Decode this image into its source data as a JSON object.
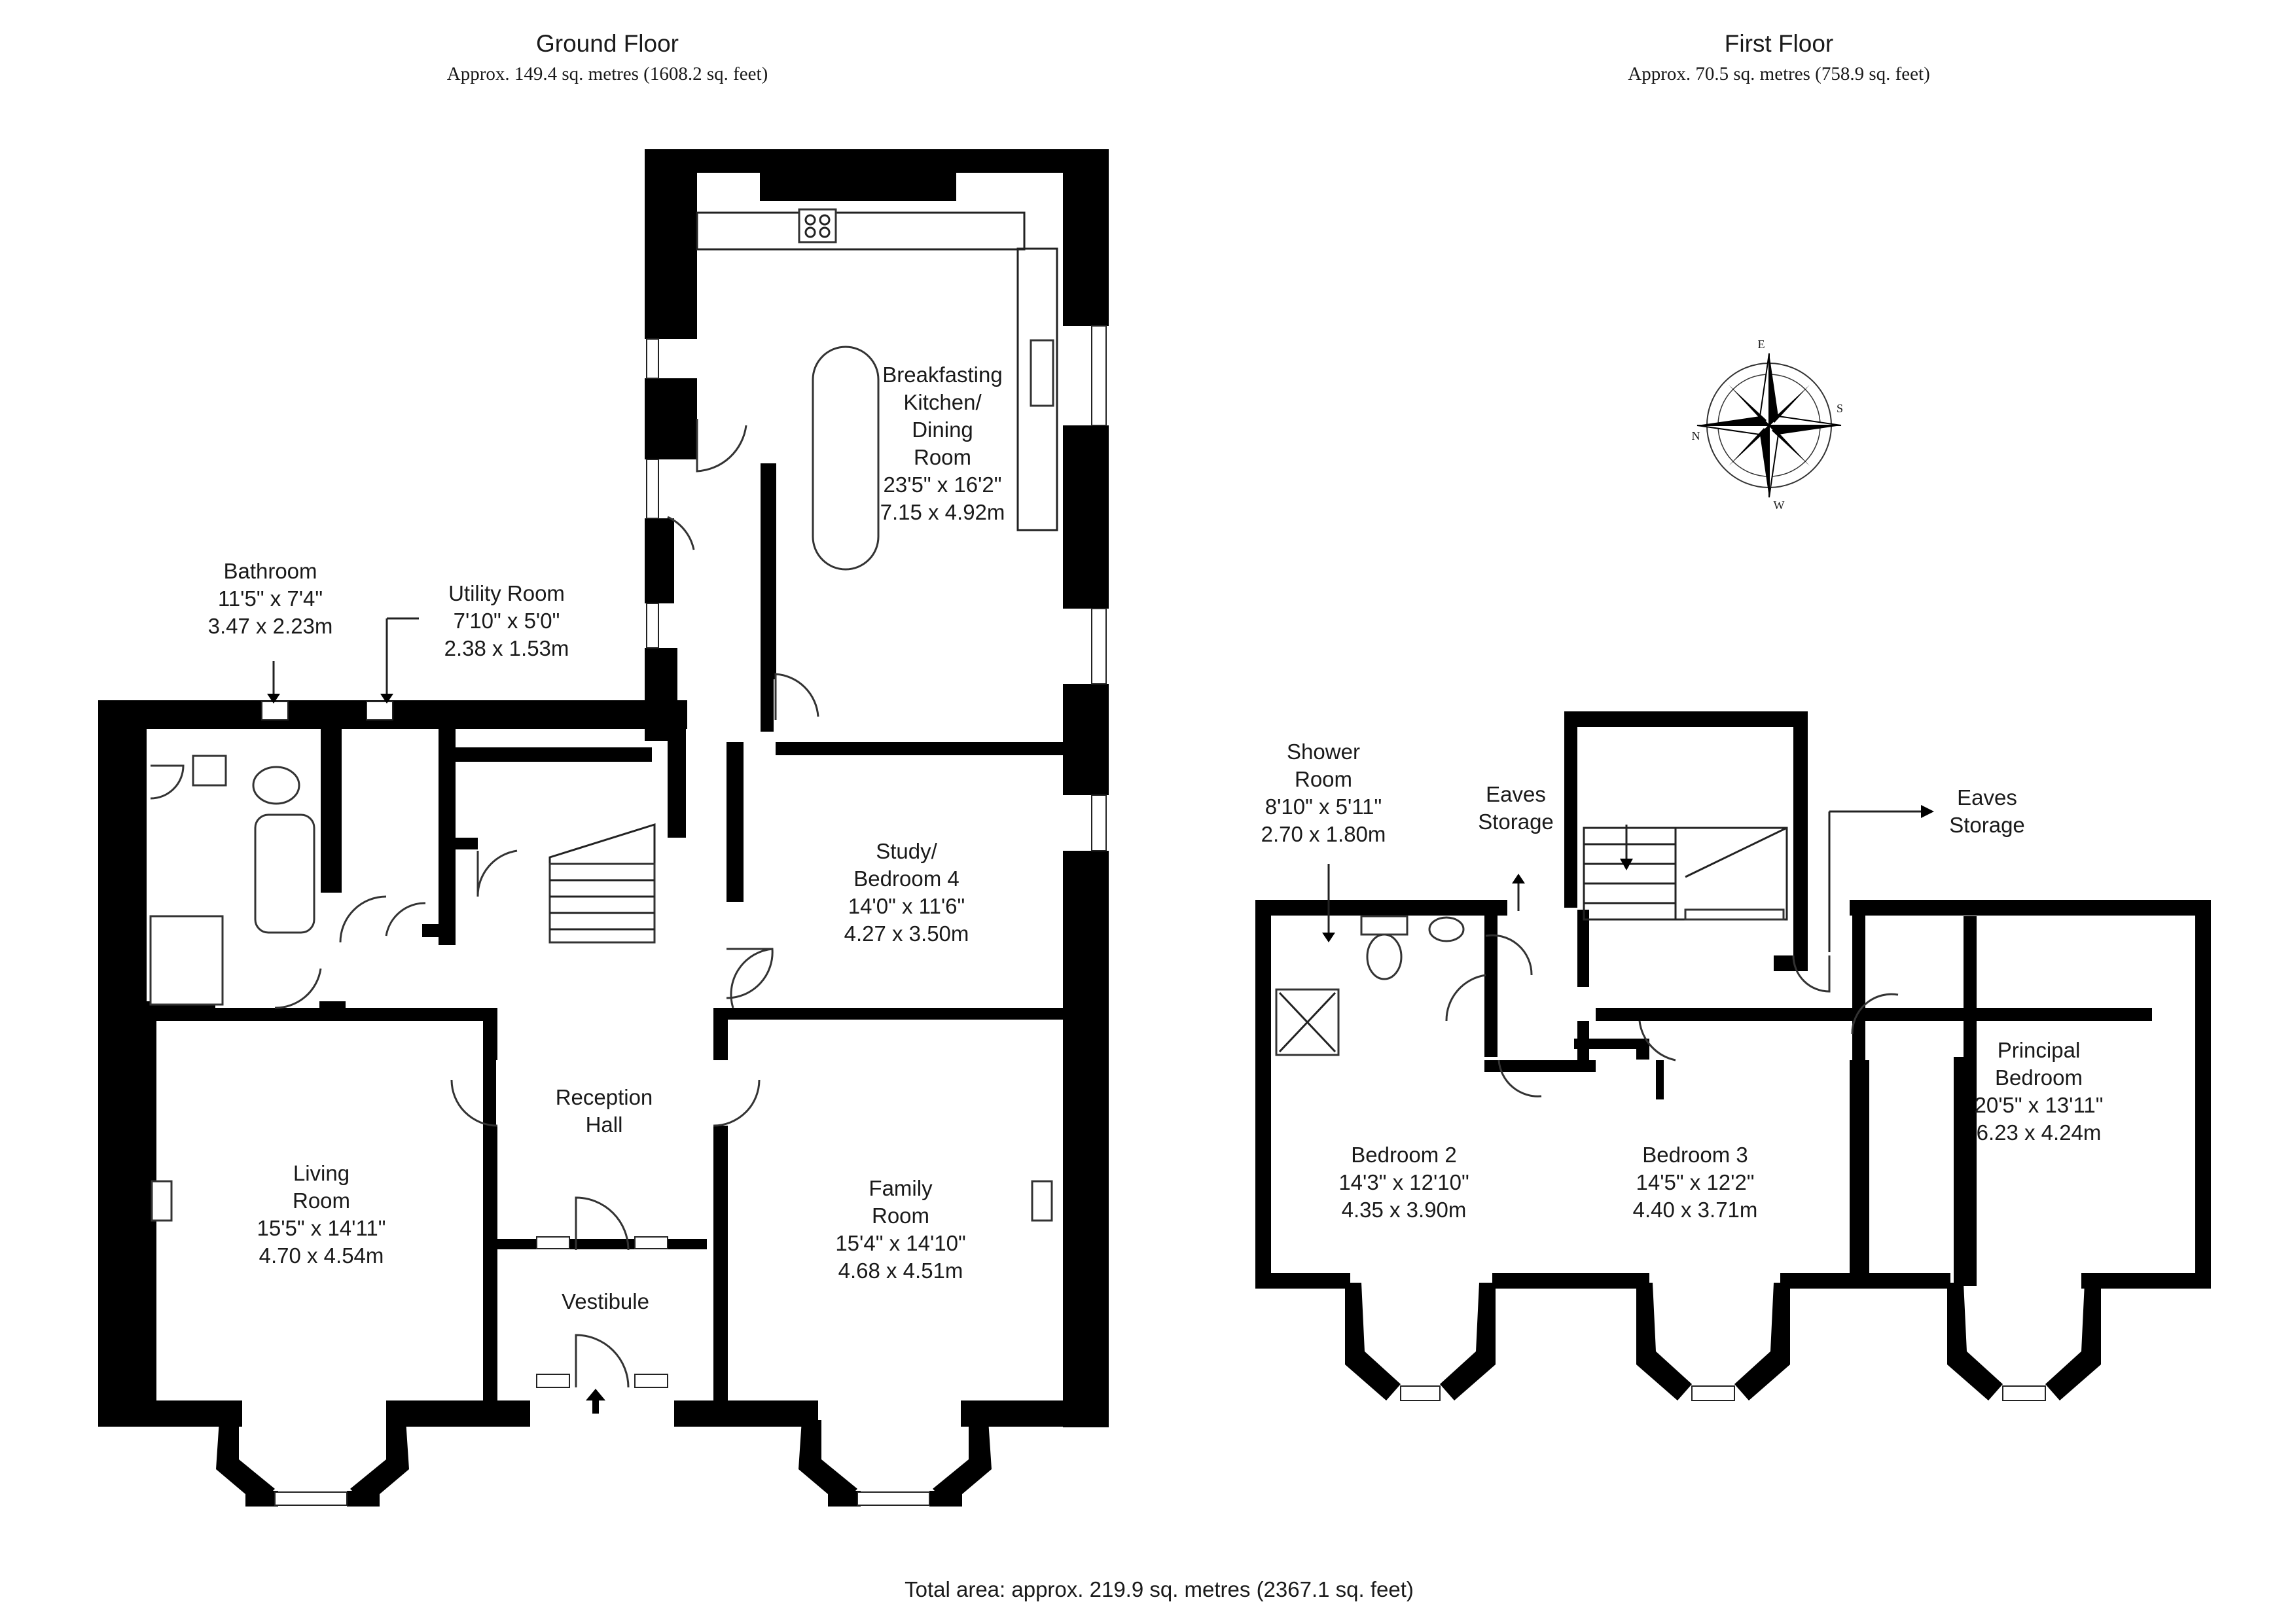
{
  "ground": {
    "title": "Ground Floor",
    "area": "Approx. 149.4 sq. metres (1608.2 sq. feet)",
    "rooms": [
      {
        "key": "kitchen",
        "lines": [
          "Breakfasting",
          "Kitchen/",
          "Dining",
          "Room",
          "23'5\" x 16'2\"",
          "7.15 x 4.92m"
        ]
      },
      {
        "key": "bathroom",
        "lines": [
          "Bathroom",
          "11'5\" x 7'4\"",
          "3.47 x 2.23m"
        ]
      },
      {
        "key": "utility",
        "lines": [
          "Utility Room",
          "7'10\" x 5'0\"",
          "2.38 x 1.53m"
        ]
      },
      {
        "key": "study",
        "lines": [
          "Study/",
          "Bedroom 4",
          "14'0\" x 11'6\"",
          "4.27 x 3.50m"
        ]
      },
      {
        "key": "reception",
        "lines": [
          "Reception",
          "Hall"
        ]
      },
      {
        "key": "living",
        "lines": [
          "Living",
          "Room",
          "15'5\" x 14'11\"",
          "4.70 x 4.54m"
        ]
      },
      {
        "key": "family",
        "lines": [
          "Family",
          "Room",
          "15'4\" x 14'10\"",
          "4.68 x 4.51m"
        ]
      },
      {
        "key": "vestibule",
        "lines": [
          "Vestibule"
        ]
      }
    ]
  },
  "first": {
    "title": "First Floor",
    "area": "Approx. 70.5 sq. metres (758.9 sq. feet)",
    "rooms": [
      {
        "key": "shower",
        "lines": [
          "Shower",
          "Room",
          "8'10\" x 5'11\"",
          "2.70 x 1.80m"
        ]
      },
      {
        "key": "eaves1",
        "lines": [
          "Eaves",
          "Storage"
        ]
      },
      {
        "key": "eaves2",
        "lines": [
          "Eaves",
          "Storage"
        ]
      },
      {
        "key": "principal",
        "lines": [
          "Principal",
          "Bedroom",
          "20'5\" x 13'11\"",
          "6.23 x 4.24m"
        ]
      },
      {
        "key": "bedroom2",
        "lines": [
          "Bedroom 2",
          "14'3\" x 12'10\"",
          "4.35 x 3.90m"
        ]
      },
      {
        "key": "bedroom3",
        "lines": [
          "Bedroom 3",
          "14'5\" x 12'2\"",
          "4.40 x 3.71m"
        ]
      }
    ]
  },
  "compass": {
    "n": "N",
    "e": "E",
    "s": "S",
    "w": "W"
  },
  "total_area": "Total area: approx. 219.9 sq. metres (2367.1 sq. feet)",
  "colors": {
    "wall": "#000000",
    "background": "#ffffff",
    "text": "#1a1a1a"
  }
}
